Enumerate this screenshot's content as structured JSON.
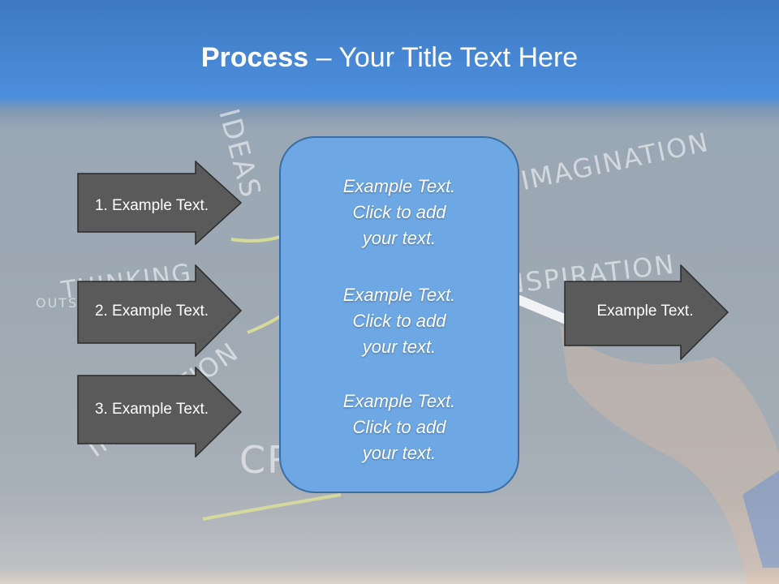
{
  "slide": {
    "title_bold": "Process",
    "title_rest": " – Your Title Text Here"
  },
  "background_words": [
    "IDEAS",
    "IMAGINATION",
    "THINKING",
    "INSPIRATION",
    "INNOVATION",
    "OUTSIDE",
    "CREATIVITY"
  ],
  "left_arrows": [
    {
      "label": "1. Example Text."
    },
    {
      "label": "2. Example Text."
    },
    {
      "label": "3. Example Text."
    }
  ],
  "center": {
    "blocks": [
      {
        "line1": "Example Text.",
        "line2": "Click  to add",
        "line3": "your text."
      },
      {
        "line1": "Example Text.",
        "line2": "Click  to add",
        "line3": "your text."
      },
      {
        "line1": "Example Text.",
        "line2": "Click  to add",
        "line3": "your text."
      }
    ]
  },
  "right_arrow": {
    "label": "Example Text."
  },
  "colors": {
    "header": "#4a8ad8",
    "arrow_fill": "#5a5a5a",
    "center_fill": "#6ea8e4",
    "center_border": "#3b6da3"
  }
}
